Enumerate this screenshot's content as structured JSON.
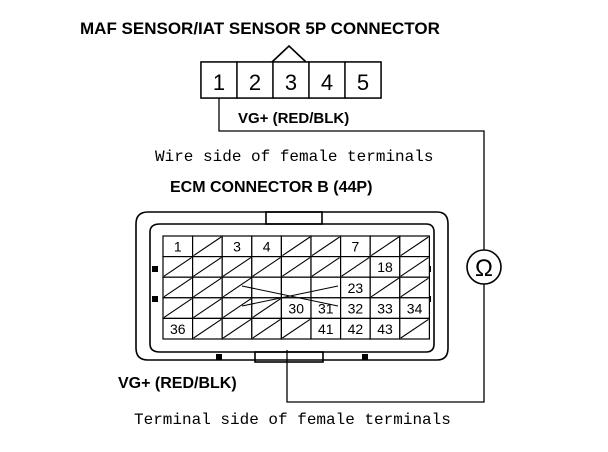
{
  "maf_connector": {
    "title": "MAF SENSOR/IAT SENSOR 5P CONNECTOR",
    "pins": [
      "1",
      "2",
      "3",
      "4",
      "5"
    ],
    "wire_label": "VG+ (RED/BLK)",
    "view_note": "Wire side of female terminals"
  },
  "ecm_connector": {
    "title": "ECM CONNECTOR B (44P)",
    "wire_label": "VG+ (RED/BLK)",
    "view_note": "Terminal side of female terminals",
    "rows": [
      [
        "1",
        "",
        "3",
        "4",
        "",
        "",
        "7",
        "",
        ""
      ],
      [
        "",
        "",
        "",
        "",
        "",
        "",
        "",
        "18",
        ""
      ],
      [
        "",
        "",
        "",
        "",
        "",
        "",
        "23",
        "",
        ""
      ],
      [
        "",
        "",
        "",
        "",
        "30",
        "31",
        "32",
        "33",
        "34"
      ],
      [
        "36",
        "",
        "",
        "",
        "",
        "41",
        "42",
        "43",
        ""
      ]
    ]
  },
  "meter": {
    "symbol": "Ω",
    "icon": "ohmmeter-icon"
  }
}
